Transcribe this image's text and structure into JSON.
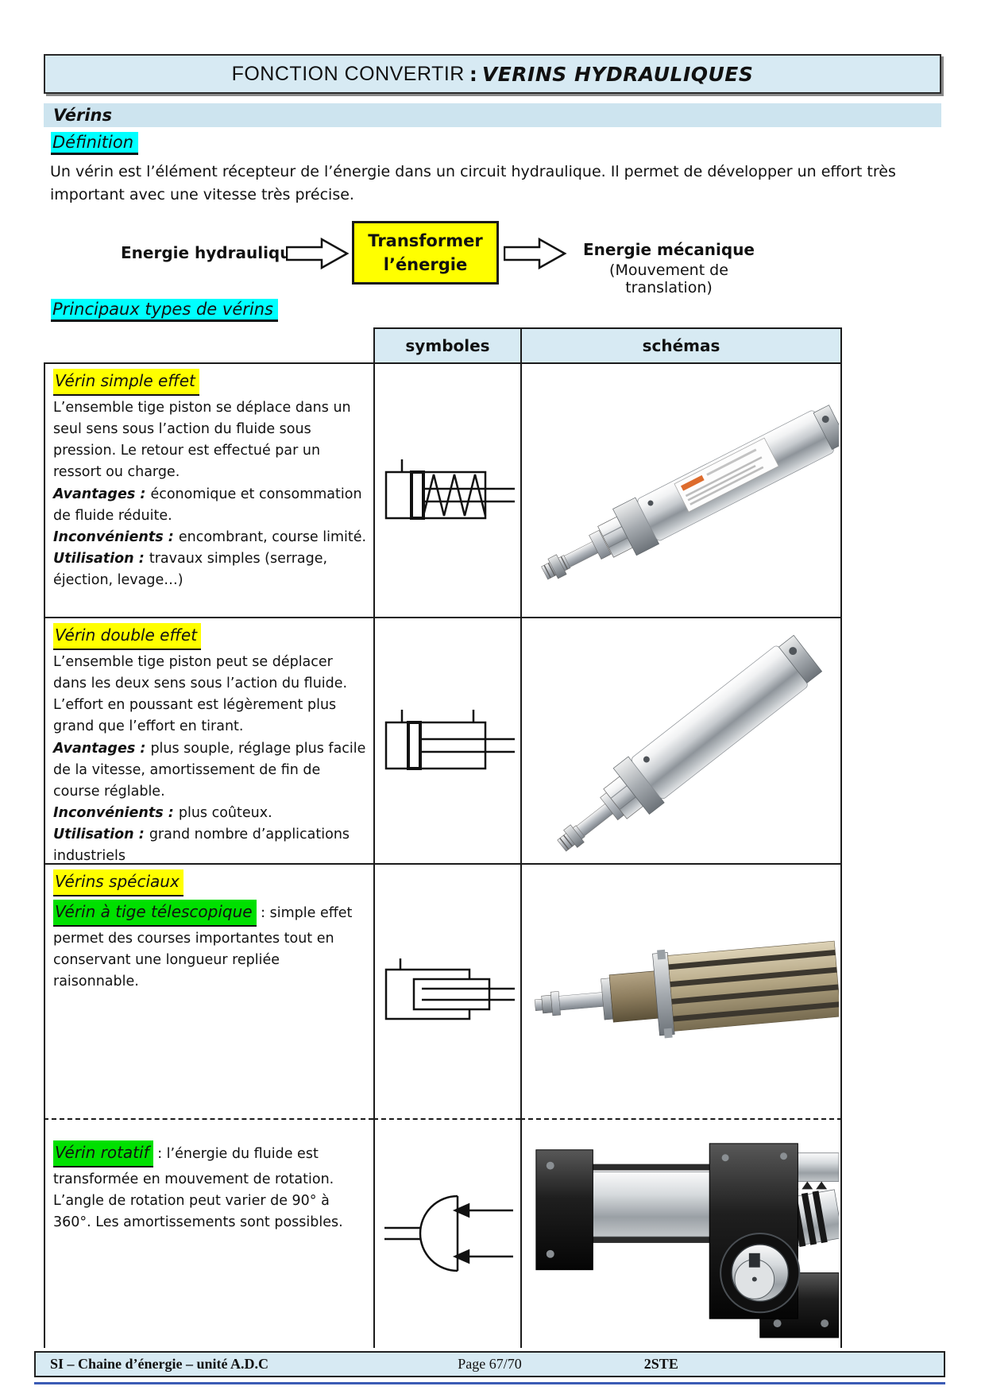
{
  "page": {
    "title": {
      "part1": "FONCTION CONVERTIR",
      "separator": ":",
      "part2": "VERINS HYDRAULIQUES"
    },
    "section_bar": "Vérins"
  },
  "definition": {
    "heading": "Définition",
    "body": "Un vérin est l’élément récepteur de l’énergie dans un circuit hydraulique. Il permet de développer un effort très important avec une vitesse très précise."
  },
  "energy_diagram": {
    "input_label": "Energie hydraulique",
    "process_line1": "Transformer",
    "process_line2": "l’énergie",
    "output_label": "Energie mécanique",
    "output_sub": "(Mouvement de translation)"
  },
  "types": {
    "heading": "Principaux types de vérins",
    "col_symbols": "symboles",
    "col_schemas": "schémas",
    "rows": [
      {
        "title": "Vérin simple effet",
        "intro": "L’ensemble tige piston se déplace dans un seul sens sous l’action du fluide sous pression. Le retour est effectué par un ressort ou charge.",
        "advantages_label": "Avantages : ",
        "advantages": "économique et consommation de fluide réduite.",
        "drawbacks_label": "Inconvénients : ",
        "drawbacks": "encombrant, course limité.",
        "usage_label": "Utilisation : ",
        "usage": "travaux simples (serrage, éjection, levage…)",
        "symbol": "single-acting-cylinder-symbol",
        "photo": "single-acting-cylinder-photo"
      },
      {
        "title": "Vérin double effet",
        "intro": "L’ensemble tige piston peut se déplacer dans les deux sens sous l’action du fluide. L’effort en poussant est légèrement plus grand que l’effort en tirant.",
        "advantages_label": "Avantages : ",
        "advantages": "plus souple, réglage plus facile de la vitesse, amortissement de fin de course réglable.",
        "drawbacks_label": "Inconvénients : ",
        "drawbacks": "plus coûteux.",
        "usage_label": "Utilisation : ",
        "usage": "grand nombre d’applications industriels",
        "symbol": "double-acting-cylinder-symbol",
        "photo": "double-acting-cylinder-photo"
      },
      {
        "title": "Vérins spéciaux",
        "subtitle": "Vérin à tige télescopique",
        "text": " : simple effet permet des courses importantes tout en conservant une longueur repliée raisonnable.",
        "symbol": "telescopic-cylinder-symbol",
        "photo": "telescopic-cylinder-photo"
      },
      {
        "title": "Vérin rotatif",
        "text": " : l’énergie du fluide est transformée en mouvement de rotation. L’angle de rotation peut varier de 90° à 360°. Les amortissements sont possibles.",
        "symbol": "rotary-actuator-symbol",
        "photo": "rotary-actuator-photo"
      }
    ]
  },
  "footer": {
    "left": "SI – Chaine d’énergie – unité  A.D.C",
    "center": "Page 67/70",
    "right": "2STE"
  },
  "colors": {
    "band_blue": "#d7eaf3",
    "highlight_cyan": "#00ffff",
    "highlight_yellow": "#ffff00",
    "highlight_green": "#00e000",
    "process_box_yellow": "#ffff00"
  }
}
